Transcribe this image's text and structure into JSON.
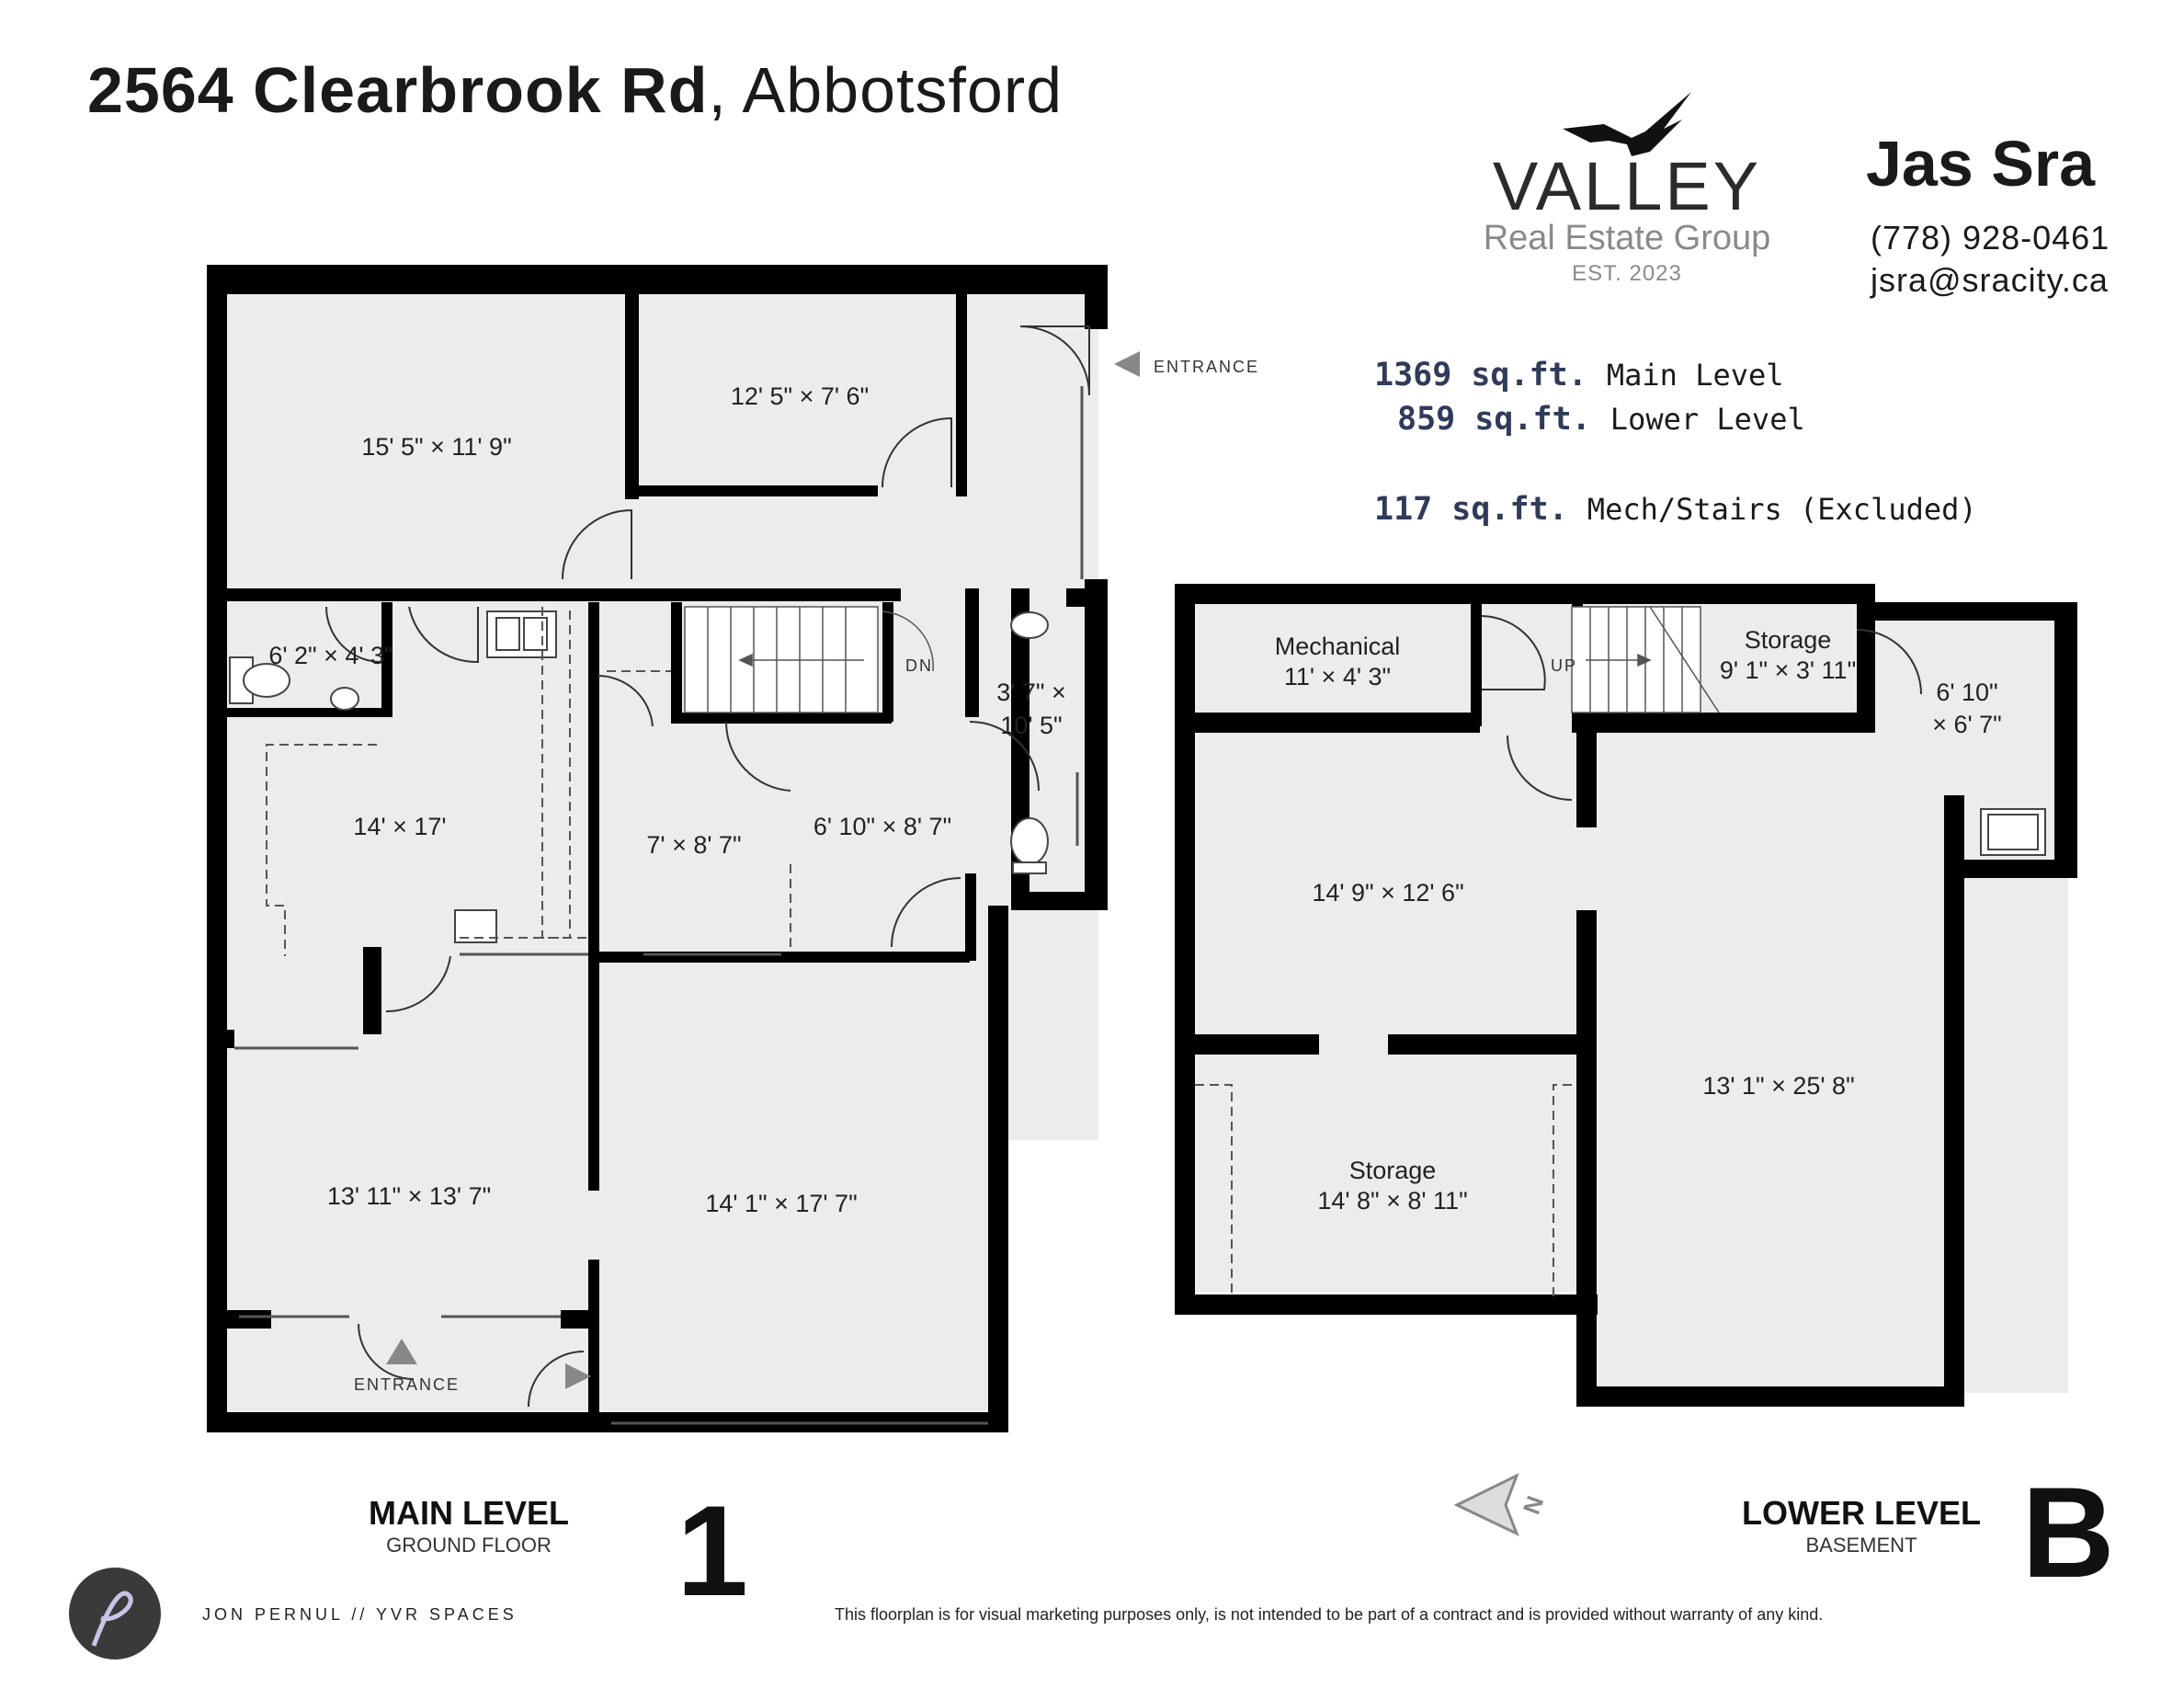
{
  "header": {
    "address_bold": "2564 Clearbrook Rd",
    "address_rest": ", Abbotsford"
  },
  "brand": {
    "name": "VALLEY",
    "subtitle": "Real Estate Group",
    "established": "EST. 2023",
    "logo_icon": "eagle-icon"
  },
  "agent": {
    "name": "Jas Sra",
    "phone": "(778) 928-0461",
    "email": "jsra@sracity.ca"
  },
  "areas": [
    {
      "value": "1369 sq.ft.",
      "label": "Main Level"
    },
    {
      "value": "859 sq.ft.",
      "label": "Lower Level"
    },
    {
      "value": "117 sq.ft.",
      "label": "Mech/Stairs (Excluded)"
    }
  ],
  "main_level": {
    "title": "MAIN LEVEL",
    "subtitle": "GROUND FLOOR",
    "id": "1",
    "entrance_label": "ENTRANCE",
    "stair_label": "DN",
    "rooms": [
      {
        "label": "15' 5\" × 11' 9\""
      },
      {
        "label": "12' 5\" × 7' 6\""
      },
      {
        "label": "6' 2\" × 4' 3\""
      },
      {
        "label": "3' 7\" ×"
      },
      {
        "label": "10' 5\""
      },
      {
        "label": "14' × 17'"
      },
      {
        "label": "7' × 8' 7\""
      },
      {
        "label": "6' 10\" × 8' 7\""
      },
      {
        "label": "13' 11\" × 13' 7\""
      },
      {
        "label": "14' 1\" × 17' 7\""
      }
    ]
  },
  "lower_level": {
    "title": "LOWER LEVEL",
    "subtitle": "BASEMENT",
    "id": "B",
    "stair_label": "UP",
    "rooms": [
      {
        "name": "Mechanical",
        "label": "11' × 4' 3\""
      },
      {
        "name": "Storage",
        "label": "9' 1\" × 3' 11\""
      },
      {
        "name": "",
        "label": "6' 10\""
      },
      {
        "name": "",
        "label": "× 6' 7\""
      },
      {
        "name": "",
        "label": "14' 9\" × 12' 6\""
      },
      {
        "name": "",
        "label": "13' 1\" × 25' 8\""
      },
      {
        "name": "Storage",
        "label": "14' 8\" × 8' 11\""
      }
    ]
  },
  "compass": {
    "label": "N",
    "icon": "north-arrow-icon"
  },
  "footer": {
    "credit": "JON PERNUL // YVR SPACES",
    "disclaimer": "This floorplan is for visual marketing purposes only, is not intended to be part of a contract and is provided without warranty of any kind.",
    "logo_icon": "yvr-spaces-logo-icon"
  },
  "colors": {
    "wall": "#000000",
    "floor": "#ececec",
    "accent": "#2f3b58"
  }
}
